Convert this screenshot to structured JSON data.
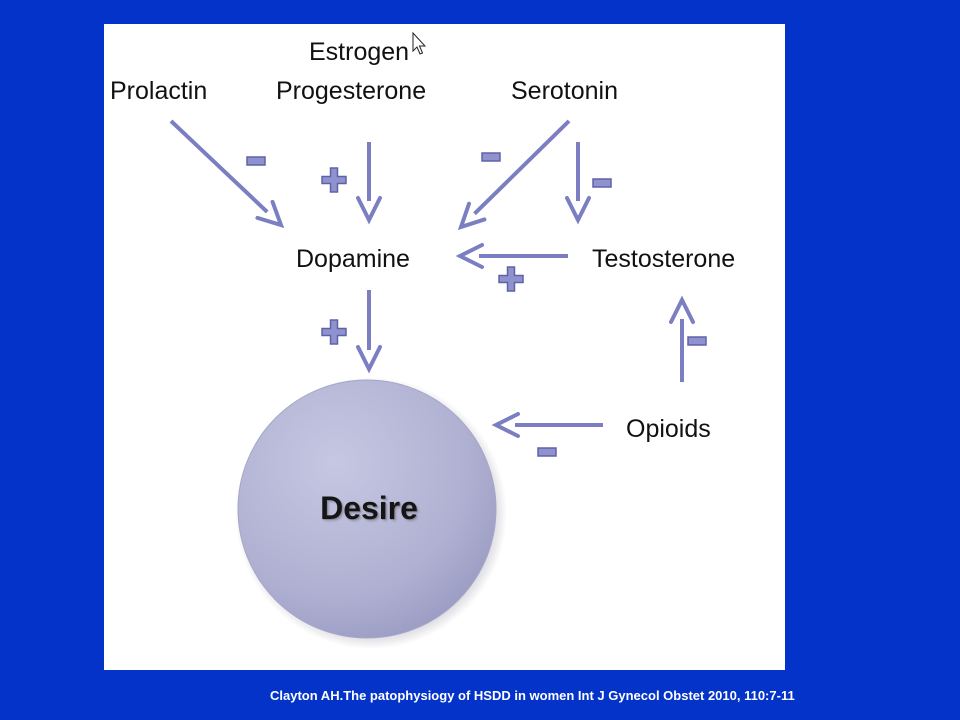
{
  "nodes": {
    "estrogen": "Estrogen",
    "progesterone": "Progesterone",
    "prolactin": "Prolactin",
    "serotonin": "Serotonin",
    "dopamine": "Dopamine",
    "testosterone": "Testosterone",
    "opioids": "Opioids",
    "desire": "Desire"
  },
  "edges": [
    {
      "from": "prolactin",
      "to": "dopamine",
      "sign": "-"
    },
    {
      "from": "estrogen-progesterone",
      "to": "dopamine",
      "sign": "+"
    },
    {
      "from": "serotonin",
      "to": "dopamine",
      "sign": "-"
    },
    {
      "from": "serotonin",
      "to": "testosterone",
      "sign": "-"
    },
    {
      "from": "testosterone",
      "to": "dopamine",
      "sign": "+"
    },
    {
      "from": "dopamine",
      "to": "desire",
      "sign": "+"
    },
    {
      "from": "opioids",
      "to": "testosterone",
      "sign": "-"
    },
    {
      "from": "opioids",
      "to": "desire",
      "sign": "-"
    }
  ],
  "colors": {
    "background": "#0433c9",
    "panel": "#ffffff",
    "arrow": "#7b7fc2",
    "sign_fill": "#8f92cf",
    "desire_circle": "#b3b4d4"
  },
  "citation": "Clayton AH.The patophysiogy of HSDD in women Int J Gynecol Obstet 2010, 110:7-11",
  "icons": {
    "cursor": "mouse-pointer-icon"
  }
}
